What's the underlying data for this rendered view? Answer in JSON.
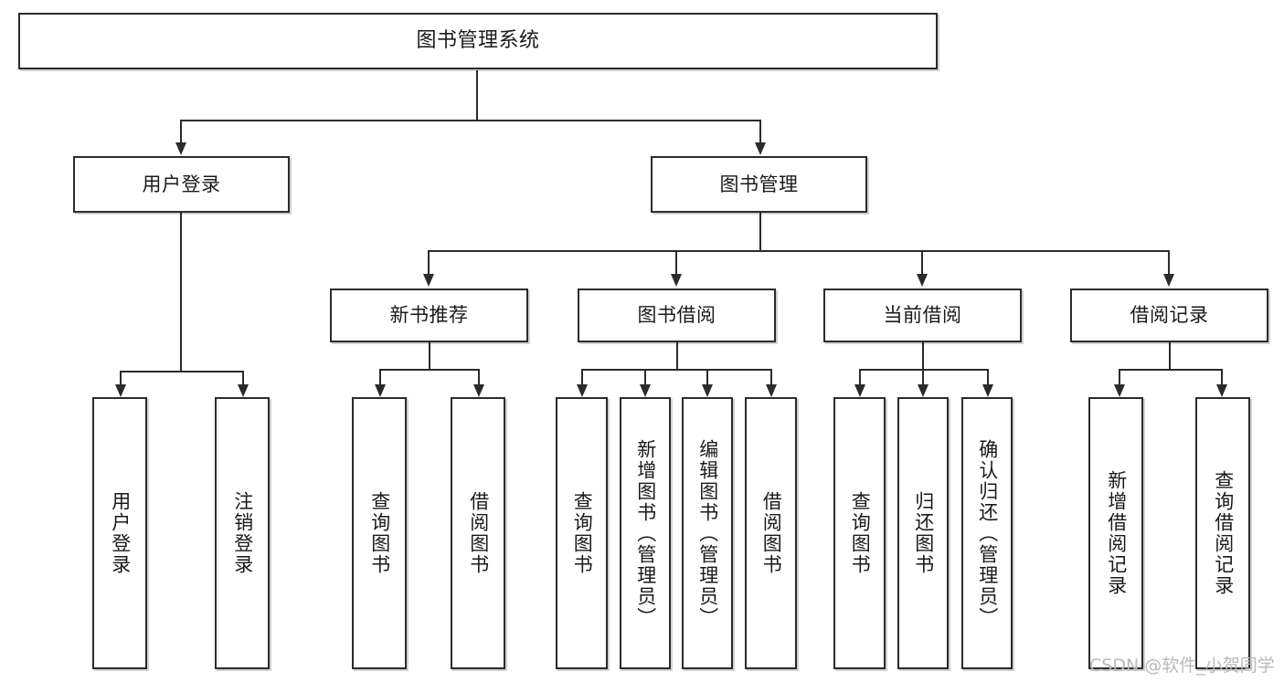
{
  "diagram": {
    "type": "tree",
    "title": "图书管理系统",
    "root": {
      "id": "root",
      "label": "图书管理系统"
    },
    "level2": [
      {
        "id": "user-login",
        "label": "用户登录"
      },
      {
        "id": "book-manage",
        "label": "图书管理"
      }
    ],
    "level3": [
      {
        "id": "new-book-recommend",
        "label": "新书推荐",
        "parent": "book-manage"
      },
      {
        "id": "book-borrow",
        "label": "图书借阅",
        "parent": "book-manage"
      },
      {
        "id": "current-borrow",
        "label": "当前借阅",
        "parent": "book-manage"
      },
      {
        "id": "borrow-record",
        "label": "借阅记录",
        "parent": "book-manage"
      }
    ],
    "leaves": {
      "user_login": [
        {
          "id": "leaf-user-login",
          "label": "用户登录"
        },
        {
          "id": "leaf-user-logout",
          "label": "注销登录"
        }
      ],
      "new_book_recommend": [
        {
          "id": "leaf-query-book-1",
          "label": "查询图书"
        },
        {
          "id": "leaf-borrow-book-1",
          "label": "借阅图书"
        }
      ],
      "book_borrow": [
        {
          "id": "leaf-query-book-2",
          "label": "查询图书"
        },
        {
          "id": "leaf-add-book",
          "label": "新增图书（管理员）"
        },
        {
          "id": "leaf-edit-book",
          "label": "编辑图书（管理员）"
        },
        {
          "id": "leaf-borrow-book-2",
          "label": "借阅图书"
        }
      ],
      "current_borrow": [
        {
          "id": "leaf-query-book-3",
          "label": "查询图书"
        },
        {
          "id": "leaf-return-book",
          "label": "归还图书"
        },
        {
          "id": "leaf-confirm-return",
          "label": "确认归还（管理员）"
        }
      ],
      "borrow_record": [
        {
          "id": "leaf-add-record",
          "label": "新增借阅记录"
        },
        {
          "id": "leaf-query-record",
          "label": "查询借阅记录"
        }
      ]
    }
  },
  "watermark": {
    "text": "CSDN @软件_小贺同学"
  },
  "colors": {
    "stroke": "#2b2b2b",
    "fill": "#ffffff",
    "text": "#1a1a1a",
    "watermark": "#b9b9b9"
  }
}
